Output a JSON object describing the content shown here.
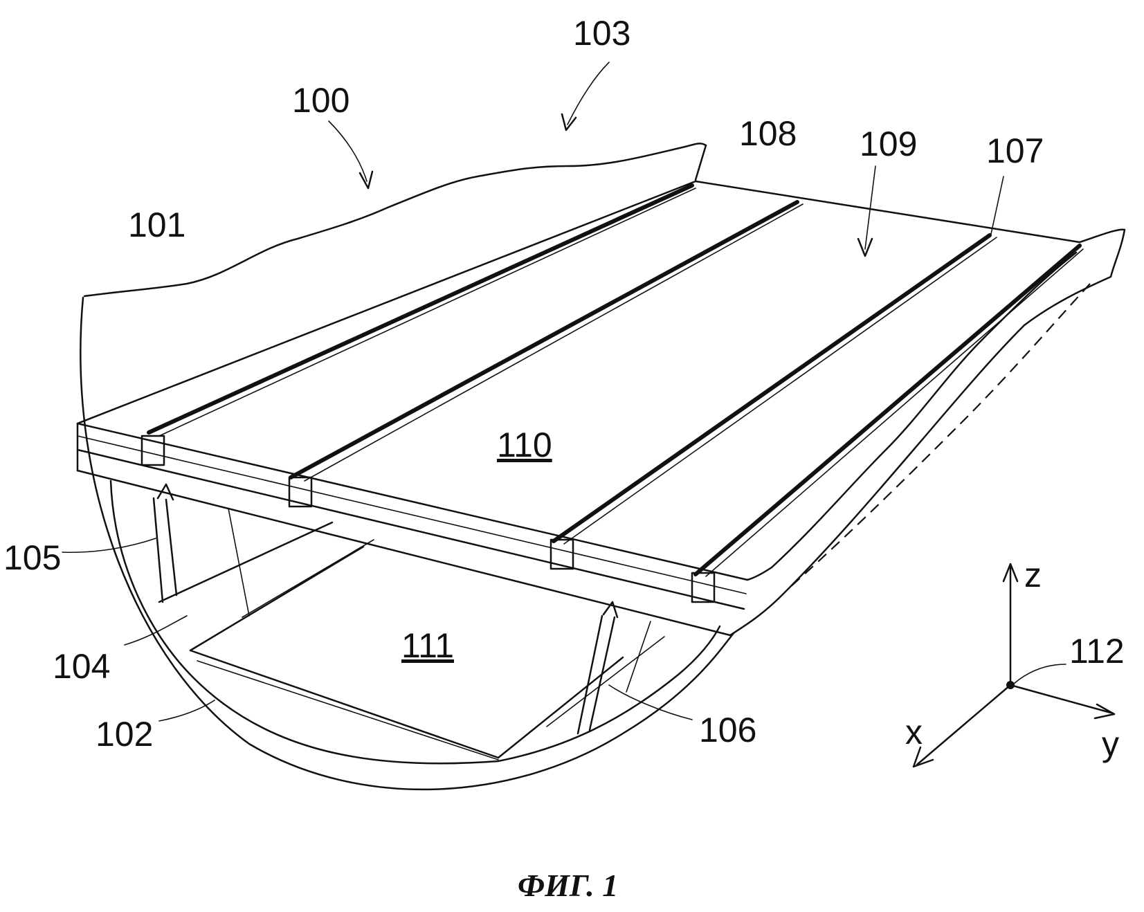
{
  "labels": {
    "l100": "100",
    "l101": "101",
    "l102": "102",
    "l103": "103",
    "l104": "104",
    "l105": "105",
    "l106": "106",
    "l107": "107",
    "l108": "108",
    "l109": "109",
    "l110": "110",
    "l111": "111",
    "l112": "112"
  },
  "axes": {
    "x": "x",
    "y": "y",
    "z": "z"
  },
  "caption": "ФИГ. 1"
}
